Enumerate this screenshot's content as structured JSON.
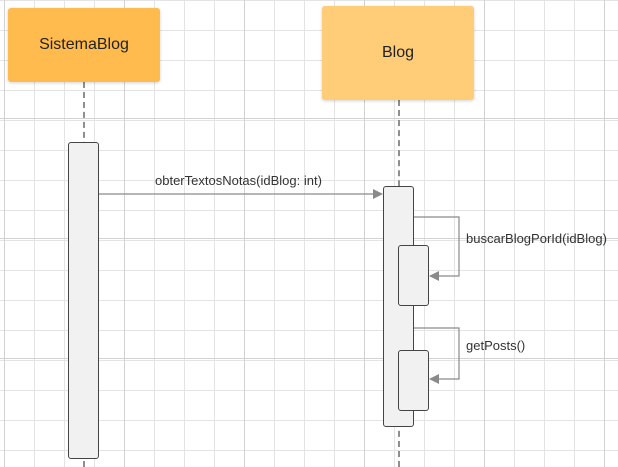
{
  "colors": {
    "sistema_fill": "#ffbb4d",
    "blog_fill": "#ffcc78",
    "arrow": "#8a8a8a"
  },
  "participants": {
    "sistema": {
      "name": "SistemaBlog"
    },
    "blog": {
      "name": "Blog"
    }
  },
  "messages": {
    "m1": {
      "label": "obterTextosNotas(idBlog: int)"
    },
    "m2": {
      "label": "buscarBlogPorId(idBlog)"
    },
    "m3": {
      "label": "getPosts()"
    }
  }
}
